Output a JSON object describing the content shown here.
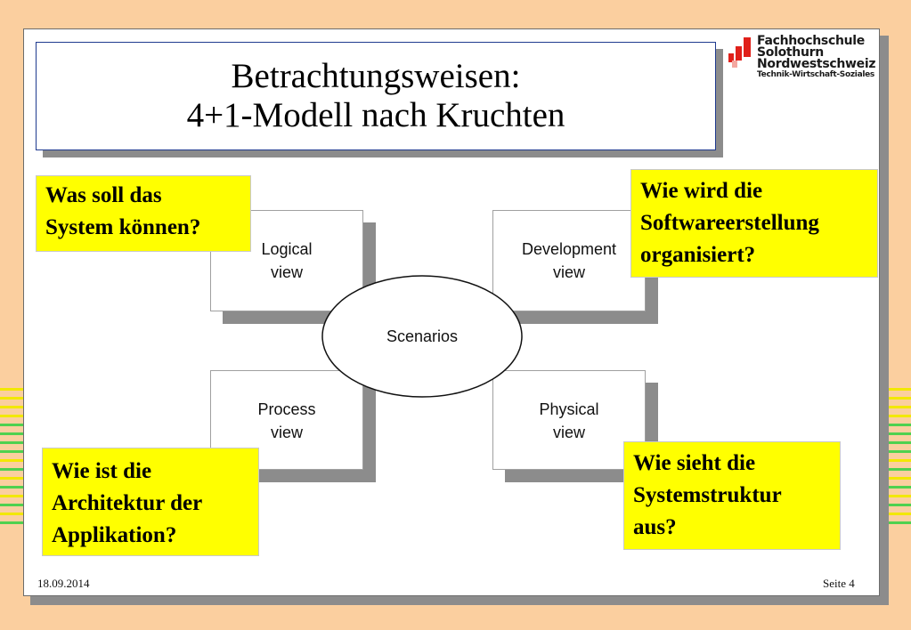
{
  "title": {
    "line1": "Betrachtungsweisen:",
    "line2": "4+1-Modell nach Kruchten"
  },
  "logo": {
    "line1": "Fachhochschule",
    "line2": "Solothurn",
    "line3": "Nordwestschweiz",
    "line4": "Technik-Wirtschaft-Soziales",
    "colors": {
      "red": "#e0201a",
      "dark": "#1a1a1a"
    }
  },
  "views": {
    "logical": {
      "line1": "Logical",
      "line2": "view"
    },
    "development": {
      "line1": "Development",
      "line2": "view"
    },
    "process": {
      "line1": "Process",
      "line2": "view"
    },
    "physical": {
      "line1": "Physical",
      "line2": "view"
    },
    "scenarios": "Scenarios"
  },
  "notes": {
    "top_left": {
      "line1": "Was soll das",
      "line2": "System können?"
    },
    "top_right": {
      "line1": "Wie wird die",
      "line2": "Softwareerstellung",
      "line3": "organisiert?"
    },
    "bottom_left": {
      "line1": "Wie ist die",
      "line2": "Architektur der",
      "line3": "Applikation?"
    },
    "bottom_right": {
      "line1": "Wie sieht die",
      "line2": "Systemstruktur",
      "line3": "aus?"
    }
  },
  "footer": {
    "date": "18.09.2014",
    "page": "Seite 4"
  },
  "colors": {
    "background": "#fbcf9f",
    "note": "#ffff00",
    "title_border": "#1f3a8f",
    "shadow": "#8c8c8c"
  }
}
